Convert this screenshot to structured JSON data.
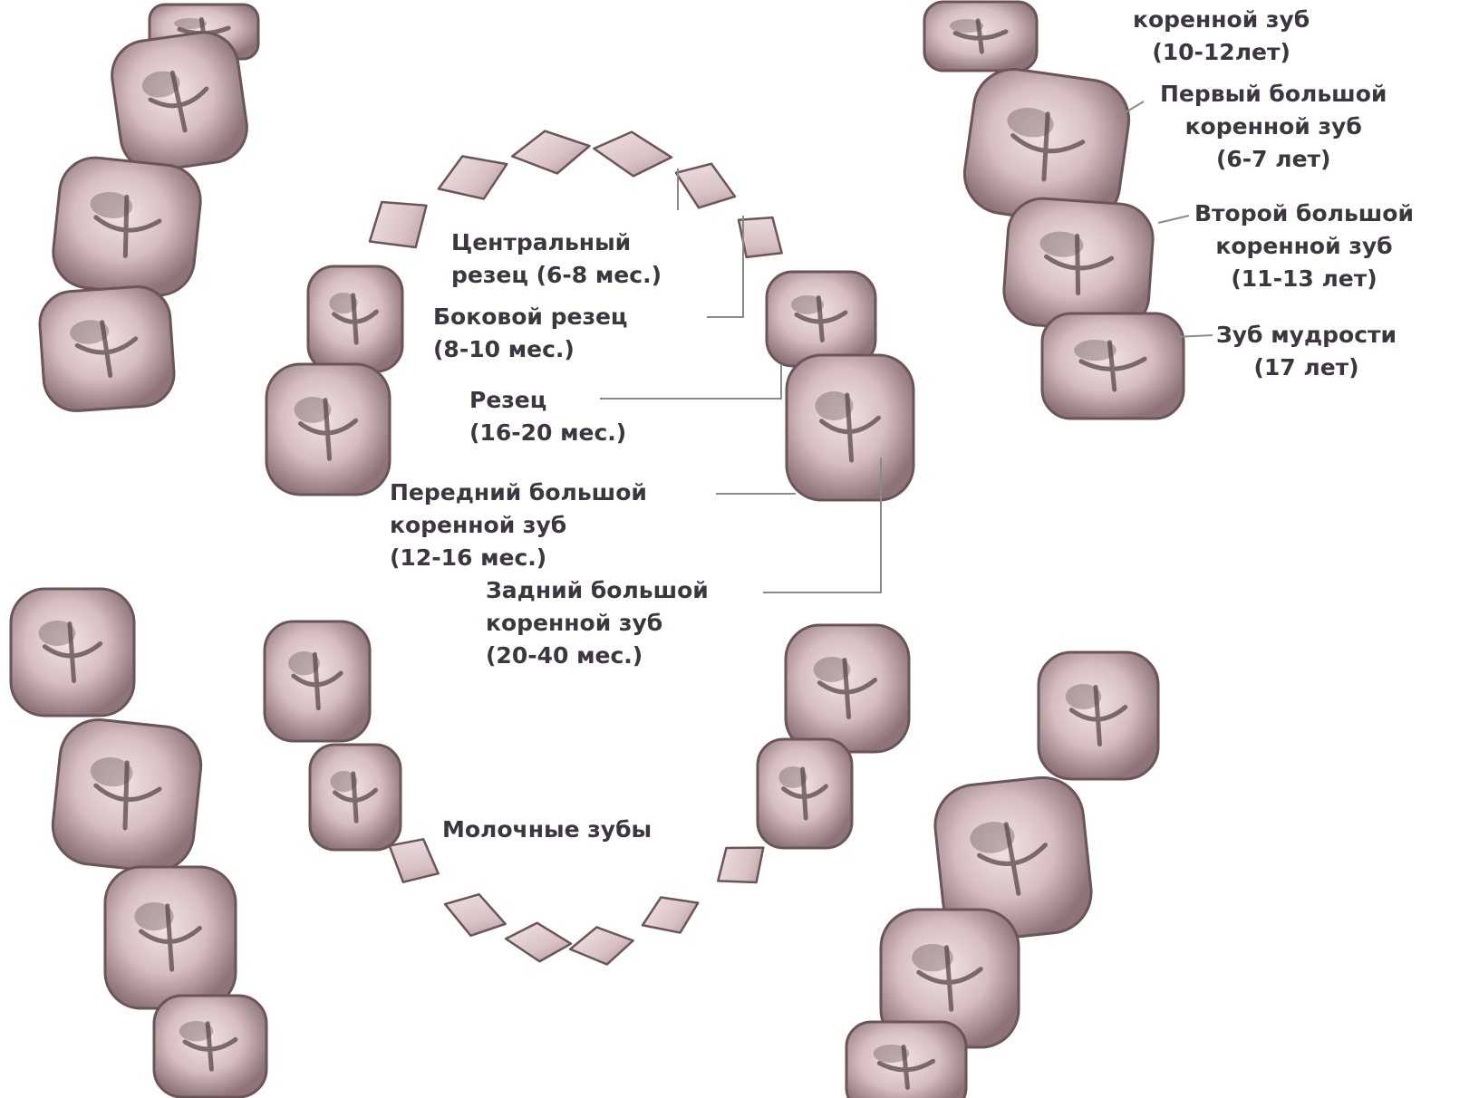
{
  "labels": {
    "molar_top_partial": [
      "коренной зуб",
      "(10-12лет)"
    ],
    "first_molar": [
      "Первый большой",
      "коренной зуб",
      "(6-7 лет)"
    ],
    "second_molar": [
      "Второй большой",
      "коренной зуб",
      "(11-13 лет)"
    ],
    "wisdom_tooth": [
      "Зуб мудрости",
      "(17 лет)"
    ],
    "central_incisor": [
      "Центральный",
      "резец (6-8 мес.)"
    ],
    "lateral_incisor": [
      "Боковой резец",
      "(8-10 мес.)"
    ],
    "canine": [
      "Резец",
      "(16-20 мес.)"
    ],
    "first_primary_molar": [
      "Передний большой",
      "коренной зуб",
      "(12-16 мес.)"
    ],
    "second_primary_molar": [
      "Задний большой",
      "коренной зуб",
      "(20-40 мес.)"
    ],
    "primary_teeth": "Молочные зубы"
  },
  "colors": {
    "tooth_fill": "#cdb3b6",
    "tooth_edge": "#6a5558",
    "tooth_dark": "#5a4649",
    "leader_line": "#8a8a8a",
    "text": "#3d3640"
  }
}
